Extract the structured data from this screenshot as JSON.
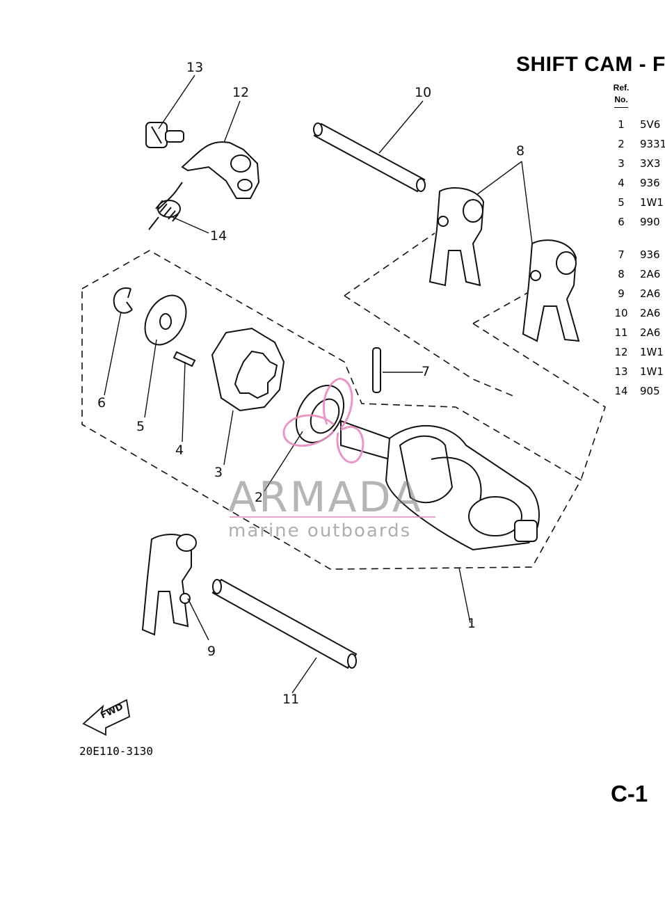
{
  "title": "SHIFT CAM - F",
  "table": {
    "ref_label": "Ref.",
    "no_label": "No.",
    "rows": [
      {
        "no": "1",
        "part": "5V6"
      },
      {
        "no": "2",
        "part": "9331"
      },
      {
        "no": "3",
        "part": "3X3"
      },
      {
        "no": "4",
        "part": "936"
      },
      {
        "no": "5",
        "part": "1W1"
      },
      {
        "no": "6",
        "part": "990"
      },
      {
        "no": "7",
        "part": "936"
      },
      {
        "no": "8",
        "part": "2A6"
      },
      {
        "no": "9",
        "part": "2A6"
      },
      {
        "no": "10",
        "part": "2A6"
      },
      {
        "no": "11",
        "part": "2A6"
      },
      {
        "no": "12",
        "part": "1W1"
      },
      {
        "no": "13",
        "part": "1W1"
      },
      {
        "no": "14",
        "part": "905"
      }
    ]
  },
  "callouts": [
    "1",
    "2",
    "3",
    "4",
    "5",
    "6",
    "7",
    "8",
    "9",
    "10",
    "11",
    "12",
    "13",
    "14"
  ],
  "fwd_label": "FWD",
  "drawing_code": "20E110-3130",
  "page_label": "C-1",
  "watermark": {
    "name": "ARMADA",
    "tagline": "marine outboards",
    "accent_color": "#e58cc0",
    "text_color": "#8a8a8a"
  }
}
